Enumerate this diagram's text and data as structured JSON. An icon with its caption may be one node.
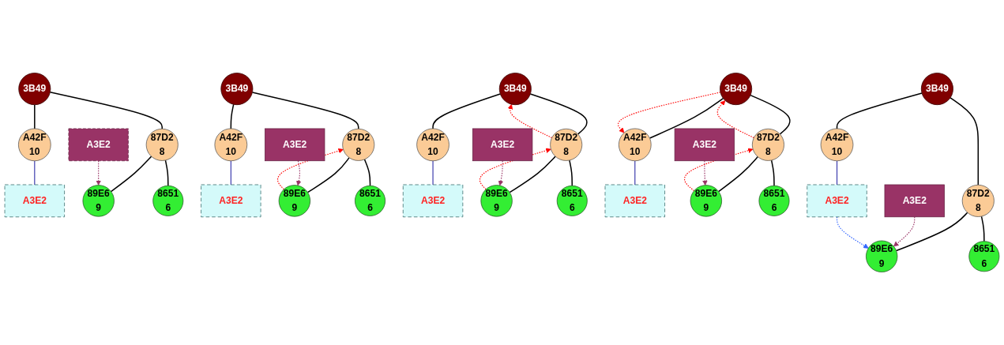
{
  "diagram": {
    "nodes": [
      {
        "text": [
          "3B49"
        ]
      },
      {
        "text": [
          "A42F",
          "10"
        ]
      },
      {
        "text": [
          "A3E2"
        ]
      },
      {
        "text": [
          "87D2",
          "8"
        ]
      },
      {
        "text": [
          "89E6",
          "9"
        ]
      },
      {
        "text": [
          "8651",
          "6"
        ]
      },
      {
        "text": [
          "A3E2"
        ]
      },
      {
        "text": [
          "3B49"
        ]
      },
      {
        "text": [
          "A42F",
          "10"
        ]
      },
      {
        "text": [
          "A3E2"
        ]
      },
      {
        "text": [
          "87D2",
          "8"
        ]
      },
      {
        "text": [
          "89E6",
          "9"
        ]
      },
      {
        "text": [
          "8651",
          "6"
        ]
      },
      {
        "text": [
          "A3E2"
        ]
      },
      {
        "text": [
          "3B49"
        ]
      },
      {
        "text": [
          "A42F",
          "10"
        ]
      },
      {
        "text": [
          "A3E2"
        ]
      },
      {
        "text": [
          "87D2",
          "8"
        ]
      },
      {
        "text": [
          "89E6",
          "9"
        ]
      },
      {
        "text": [
          "8651",
          "6"
        ]
      },
      {
        "text": [
          "A3E2"
        ]
      },
      {
        "text": [
          "3B49"
        ]
      },
      {
        "text": [
          "A42F",
          "10"
        ]
      },
      {
        "text": [
          "A3E2"
        ]
      },
      {
        "text": [
          "87D2",
          "8"
        ]
      },
      {
        "text": [
          "89E6",
          "9"
        ]
      },
      {
        "text": [
          "8651",
          "6"
        ]
      },
      {
        "text": [
          "A3E2"
        ]
      },
      {
        "text": [
          "3B49"
        ]
      },
      {
        "text": [
          "A42F",
          "10"
        ]
      },
      {
        "text": [
          "A3E2"
        ]
      },
      {
        "text": [
          "87D2",
          "8"
        ]
      },
      {
        "text": [
          "89E6",
          "9"
        ]
      },
      {
        "text": [
          "8651",
          "6"
        ]
      },
      {
        "text": [
          "A3E2"
        ]
      }
    ],
    "edges": [
      {
        "from": 0,
        "to": 1,
        "arrow": "none"
      },
      {
        "from": 0,
        "to": 3,
        "arrow": "none"
      },
      {
        "from": 1,
        "to": 2,
        "arrow": "none",
        "color": "#3333aa"
      },
      {
        "from": 3,
        "to": 4,
        "arrow": "none"
      },
      {
        "from": 3,
        "to": 5,
        "arrow": "none"
      },
      {
        "from": 6,
        "to": 4,
        "arrow": "to",
        "style": "dashed",
        "color": "#993366"
      },
      {
        "from": 7,
        "to": 8,
        "arrow": "none"
      },
      {
        "from": 7,
        "to": 10,
        "arrow": "none"
      },
      {
        "from": 8,
        "to": 9,
        "arrow": "none",
        "color": "#3333aa"
      },
      {
        "from": 10,
        "to": 11,
        "arrow": "none"
      },
      {
        "from": 10,
        "to": 12,
        "arrow": "none"
      },
      {
        "from": 13,
        "to": 11,
        "arrow": "to",
        "style": "dashed",
        "color": "#993366"
      },
      {
        "from": 11,
        "to": 10,
        "arrow": "to",
        "style": "dashed",
        "color": "#ff0000"
      },
      {
        "from": 14,
        "to": 15,
        "arrow": "none"
      },
      {
        "from": 14,
        "to": 17,
        "arrow": "none"
      },
      {
        "from": 15,
        "to": 16,
        "arrow": "none",
        "color": "#3333aa"
      },
      {
        "from": 17,
        "to": 18,
        "arrow": "none"
      },
      {
        "from": 17,
        "to": 19,
        "arrow": "none"
      },
      {
        "from": 20,
        "to": 18,
        "arrow": "to",
        "style": "dashed",
        "color": "#993366"
      },
      {
        "from": 18,
        "to": 17,
        "arrow": "to",
        "style": "dashed",
        "color": "#ff0000"
      },
      {
        "from": 17,
        "to": 14,
        "arrow": "to",
        "style": "dashed",
        "color": "#ff0000"
      },
      {
        "from": 21,
        "to": 22,
        "arrow": "none"
      },
      {
        "from": 21,
        "to": 24,
        "arrow": "none"
      },
      {
        "from": 22,
        "to": 23,
        "arrow": "none",
        "color": "#3333aa"
      },
      {
        "from": 24,
        "to": 25,
        "arrow": "none"
      },
      {
        "from": 24,
        "to": 26,
        "arrow": "none"
      },
      {
        "from": 27,
        "to": 25,
        "arrow": "to",
        "style": "dashed",
        "color": "#993366"
      },
      {
        "from": 25,
        "to": 24,
        "arrow": "to",
        "style": "dashed",
        "color": "#ff0000"
      },
      {
        "from": 24,
        "to": 21,
        "arrow": "to",
        "style": "dashed",
        "color": "#ff0000"
      },
      {
        "from": 21,
        "to": 22,
        "arrow": "to",
        "style": "dashed",
        "color": "#ff0000"
      },
      {
        "from": 28,
        "to": 29,
        "arrow": "none"
      },
      {
        "from": 28,
        "to": 31,
        "arrow": "none"
      },
      {
        "from": 29,
        "to": 30,
        "arrow": "none",
        "color": "#3333aa"
      },
      {
        "from": 31,
        "to": 32,
        "arrow": "none"
      },
      {
        "from": 31,
        "to": 33,
        "arrow": "none"
      },
      {
        "from": 34,
        "to": 32,
        "arrow": "to",
        "style": "dashed",
        "color": "#993366"
      },
      {
        "from": 30,
        "to": 32,
        "arrow": "to",
        "style": "dashed",
        "color": "#3366ff"
      }
    ]
  }
}
